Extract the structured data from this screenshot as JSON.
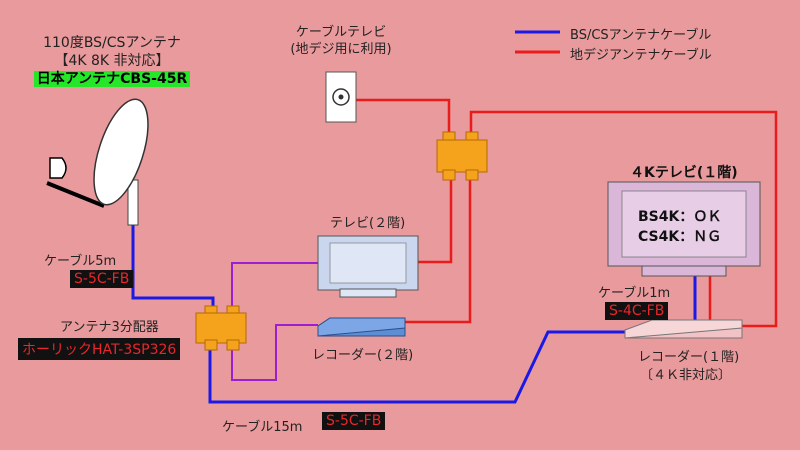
{
  "legend": {
    "bs_cs": {
      "label": "BS/CSアンテナケーブル",
      "color": "#1a1ae6"
    },
    "terrestrial": {
      "label": "地デジアンテナケーブル",
      "color": "#e91c1c"
    }
  },
  "antenna": {
    "line1": "110度BS/CSアンテナ",
    "line2": "【4K 8K 非対応】",
    "model": "日本アンテナCBS-45R"
  },
  "wall_outlet": {
    "line1": "ケーブルテレビ",
    "line2": "(地デジ用に利用)"
  },
  "tv_2f": {
    "label": "テレビ(２階)"
  },
  "tv_4k": {
    "title": "４Kテレビ(１階)",
    "bs": "BS4K：ＯＫ",
    "cs": "CS4K：ＮＧ"
  },
  "cable_5m": {
    "label": "ケーブル5m",
    "spec": "S-5C-FB"
  },
  "splitter3": {
    "label": "アンテナ3分配器",
    "model": "ホーリックHAT-3SP326"
  },
  "recorder_2f": {
    "label": "レコーダー(２階)"
  },
  "recorder_1f": {
    "label": "レコーダー(１階)",
    "note": "〔４Ｋ非対応〕"
  },
  "cable_1m": {
    "label": "ケーブル1m",
    "spec": "S-4C-FB"
  },
  "cable_15m": {
    "label": "ケーブル15m",
    "spec": "S-5C-FB"
  },
  "colors": {
    "background": "#e99a9c",
    "bs_cable": "#1a1ae6",
    "terrestrial_cable": "#e91c1c",
    "mixed_cable": "#9b1fd1",
    "splitter": "#f5a21c"
  }
}
